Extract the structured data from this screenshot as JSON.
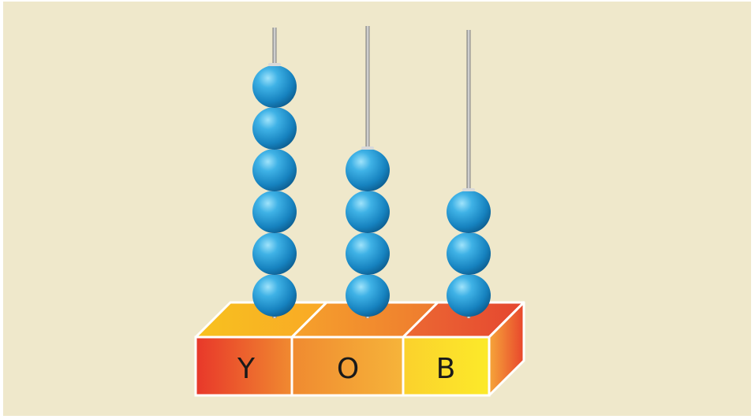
{
  "abacus": {
    "rods": [
      {
        "label": "Y",
        "beads": 6
      },
      {
        "label": "O",
        "beads": 4
      },
      {
        "label": "B",
        "beads": 3
      }
    ]
  },
  "colors": {
    "background": "#efe8cb",
    "bead": "#1e8fc8",
    "bead_highlight": "#7fd3f5",
    "rod": "#9a9a9a",
    "base_red": "#e8402b",
    "base_orange": "#f29a2e",
    "base_yellow": "#fce02a"
  }
}
